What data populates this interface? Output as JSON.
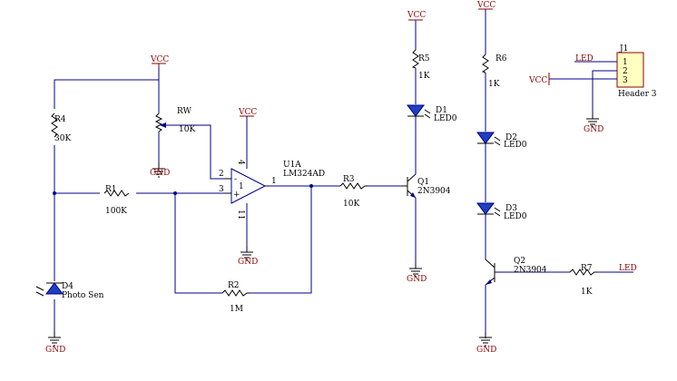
{
  "parts": {
    "r1": {
      "ref": "R1",
      "value": "100K"
    },
    "r2": {
      "ref": "R2",
      "value": "1M"
    },
    "r3": {
      "ref": "R3",
      "value": "10K"
    },
    "r4": {
      "ref": "R4",
      "value": "30K"
    },
    "r5": {
      "ref": "R5",
      "value": "1K"
    },
    "r6": {
      "ref": "R6",
      "value": "1K"
    },
    "r7": {
      "ref": "R7",
      "value": "1K"
    },
    "rw": {
      "ref": "RW",
      "value": "10K"
    },
    "u1": {
      "ref": "U1A",
      "value": "LM324AD",
      "pin_in_neg": "2",
      "pin_in_pos": "3",
      "pin_out": "1",
      "pin_vcc": "4",
      "pin_gnd": "11",
      "unit": "1"
    },
    "q1": {
      "ref": "Q1",
      "value": "2N3904"
    },
    "q2": {
      "ref": "Q2",
      "value": "2N3904"
    },
    "d1": {
      "ref": "D1",
      "value": "LED0"
    },
    "d2": {
      "ref": "D2",
      "value": "LED0"
    },
    "d3": {
      "ref": "D3",
      "value": "LED0"
    },
    "d4": {
      "ref": "D4",
      "value": "Photo Sen"
    },
    "j1": {
      "ref": "J1",
      "value": "Header 3",
      "pins": [
        "1",
        "2",
        "3"
      ]
    }
  },
  "power": {
    "vcc": "VCC",
    "gnd": "GND"
  },
  "nets": {
    "led": "LED"
  }
}
